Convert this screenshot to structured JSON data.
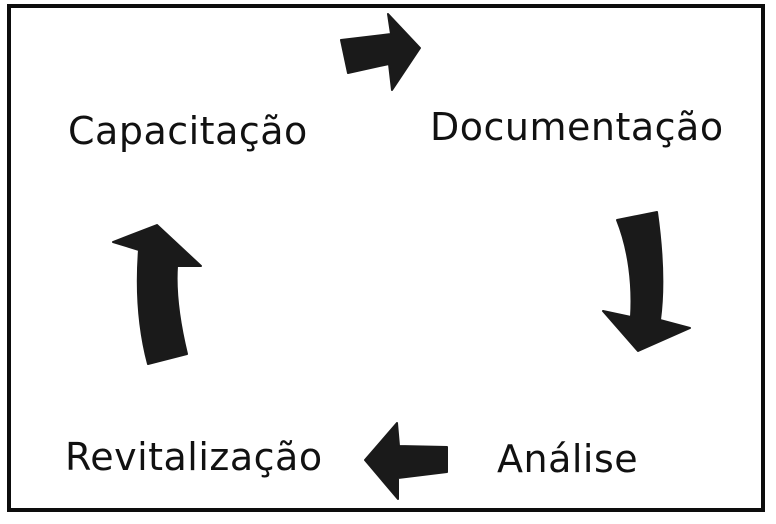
{
  "diagram": {
    "type": "cycle",
    "stages": [
      {
        "id": "capacitacao",
        "label": "Capacitação"
      },
      {
        "id": "documentacao",
        "label": "Documentação"
      },
      {
        "id": "analise",
        "label": "Análise"
      },
      {
        "id": "revitalizacao",
        "label": "Revitalização"
      }
    ],
    "flow": [
      {
        "from": "Capacitação",
        "to": "Documentação",
        "icon": "arrow-right-icon"
      },
      {
        "from": "Documentação",
        "to": "Análise",
        "icon": "arrow-down-curved-icon"
      },
      {
        "from": "Análise",
        "to": "Revitalização",
        "icon": "arrow-left-icon"
      },
      {
        "from": "Revitalização",
        "to": "Capacitação",
        "icon": "arrow-up-curved-icon"
      }
    ],
    "colors": {
      "arrow": "#1a1a1a",
      "text": "#111111",
      "border": "#0d0d0d",
      "background": "#ffffff"
    }
  }
}
